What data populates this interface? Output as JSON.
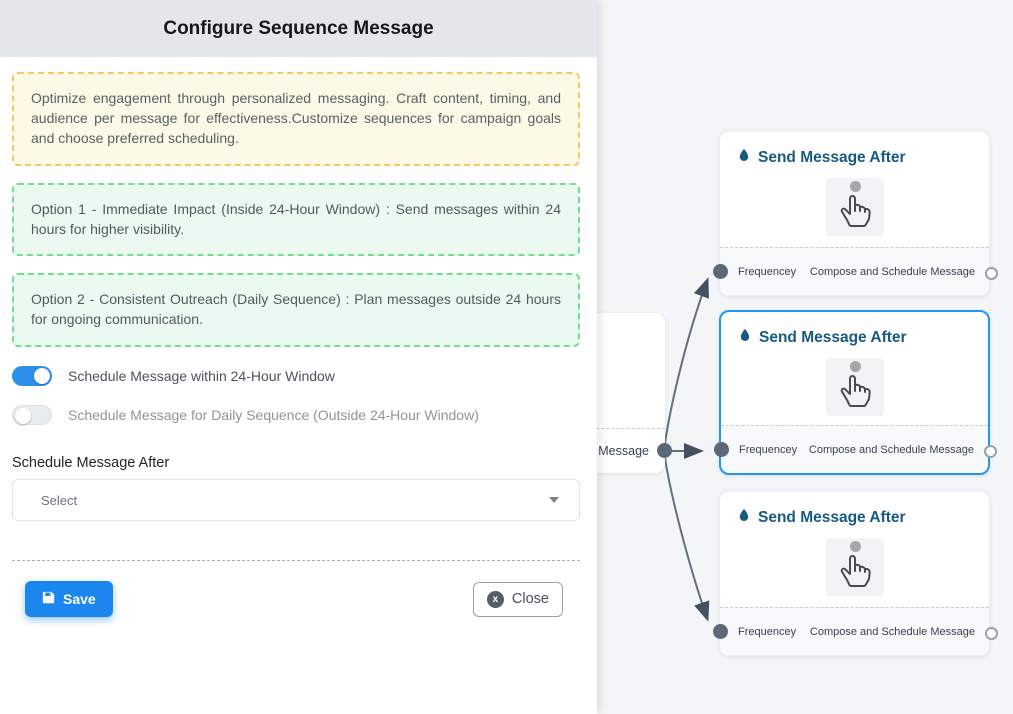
{
  "panel": {
    "title": "Configure Sequence Message",
    "info_note": "Optimize engagement through personalized messaging. Craft content, timing, and audience per message for effectiveness.Customize sequences for campaign goals and choose preferred scheduling.",
    "option1_note": "Option 1 - Immediate Impact (Inside 24-Hour Window) : Send messages within 24 hours for higher visibility.",
    "option2_note": "Option 2 - Consistent Outreach (Daily Sequence) : Plan messages outside 24 hours for ongoing communication.",
    "toggle_24h": {
      "label": "Schedule Message within 24-Hour Window",
      "state": "on"
    },
    "toggle_daily": {
      "label": "Schedule Message for Daily Sequence (Outside 24-Hour Window)",
      "state": "off"
    },
    "schedule_after_label": "Schedule Message After",
    "schedule_after_value": "Select",
    "save_label": "Save",
    "close_label": "Close",
    "close_icon_glyph": "x"
  },
  "canvas": {
    "source_node": {
      "footer_fragment": "ce Message"
    },
    "nodes": [
      {
        "title": "Send Message After",
        "footer_left": "Frequencey",
        "footer_right": "Compose and Schedule Message",
        "selected": false
      },
      {
        "title": "Send Message After",
        "footer_left": "Frequencey",
        "footer_right": "Compose and Schedule Message",
        "selected": true
      },
      {
        "title": "Send Message After",
        "footer_left": "Frequencey",
        "footer_right": "Compose and Schedule Message",
        "selected": false
      }
    ]
  },
  "icons": {
    "node_title_icon": "droplet-icon",
    "node_body_icon": "tap-hand-icon",
    "save_icon": "save-floppy-icon",
    "close_icon": "close-circle-icon",
    "select_icon": "chevron-down-icon"
  },
  "colors": {
    "accent_blue": "#1b87ee",
    "selected_node_border": "#2196f3",
    "toggle_on": "#2e8fe9",
    "info_border": "#f8c765",
    "info_bg": "#fdf9e7",
    "option_border": "#72dd8e",
    "option_bg": "#ebfaf1",
    "node_title": "#175a80",
    "edge": "#64707e",
    "canvas_bg": "#f4f5f7",
    "header_bg": "#e3e7eb"
  }
}
